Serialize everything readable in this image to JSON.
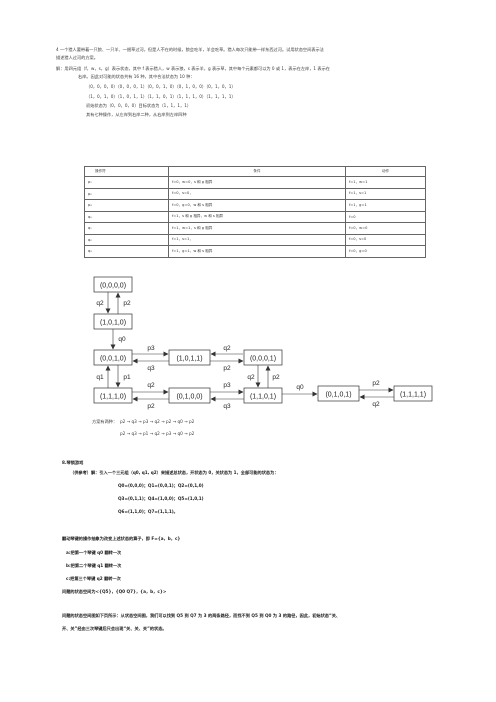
{
  "intro": {
    "line1": "4 一个猎人要带着一只狼、一只羊、一捆草过河，但是人不在的时候，狼会吃羊，羊会吃草。猎人每次只能带一样东西过河。试用状态空间表示法",
    "line2": "描述猎人过河的方案。",
    "solution1": "解：用四元组（f，w，s，g）表示状态，其中 f 表示猎人，w 表示狼，s 表示羊，g 表示草，其中每个元素都可以为 0 或 1，表示在左岸，1 表示在",
    "solution2": "右岸。因此对可能的状态共有 16 种，其中合法状态为 10 种：",
    "states1": "（0，0，0，0）（0，0，0，1）（0，0，1，0）（0，1，0，0）（0，1，0，1）",
    "states2": "（1，0，1，0）（1，0，1，1）（1，1，0，1）（1，1，1，0）（1，1，1，1）",
    "init_goal": "初始状态为（0，0，0，0）目标状态为（1，1，1，1）",
    "ops_intro": "其有七种操作，从左岸到右岸二种，从右岸到左岸四种"
  },
  "table": {
    "headers": [
      "操作符",
      "条件",
      "动作"
    ],
    "rows": [
      [
        "p₁",
        "f=0，w=0，s 和 g 相异",
        "f=1，w=1"
      ],
      [
        "p₂",
        "f=0，s=0，",
        "f=1，s=1"
      ],
      [
        "p₃",
        "f=0，g=0，w 和 s 相异",
        "f=1，g=1"
      ],
      [
        "q₀",
        "f=1，s 和 g 相异，w 和 s 相异",
        "f=0"
      ],
      [
        "q₁",
        "f=1，w=1，s 和 g 相异",
        "f=0，w=0"
      ],
      [
        "q₂",
        "f=1，s=1，",
        "f=0，s=0"
      ],
      [
        "q₃",
        "f=1，g=1，w 和 s 相异",
        "f=0，g=0"
      ]
    ]
  },
  "diagram": {
    "nodes": [
      "(0,0,0,0)",
      "(1,0,1,0)",
      "(0,0,1,0)",
      "(1,0,1,1)",
      "(0,0,0,1)",
      "(1,1,1,0)",
      "(0,1,0,0)",
      "(1,1,0,1)",
      "(0,1,0,1)",
      "(1,1,1,1)"
    ],
    "labels": {
      "q2a": "q2",
      "p2a": "p2",
      "q0a": "q0",
      "p3a": "p3",
      "q3a": "q3",
      "q2b": "q2",
      "p2b": "p2",
      "q1": "q1",
      "p1": "p1",
      "q2c": "q2",
      "p2c": "p2",
      "p3b": "p3",
      "q3b": "q3",
      "q2d": "q2",
      "p2d": "p2",
      "q0b": "q0",
      "p2e": "p2",
      "q2e": "q2"
    }
  },
  "paths": {
    "label": "方案有两种：",
    "path1": "p2 → q3 → p3 → q2 → p2 → q0 → p2",
    "path2": "p2 → q3 → p1 → q2 → p3 → q0 → p2"
  },
  "section8": {
    "title": "8.琴锁游戏",
    "ref1": "（供参考）解：引入一个三元组（q0, q1, q2）来描述总状态，开状态为 0，关状态为 1，全部可能的状态为：",
    "s1": "Q0=(0,0,0)；Q1=(0,0,1)；Q2=(0,1,0)",
    "s2": "Q3=(0,1,1)；Q4=(1,0,0)；Q5=(1,0,1)",
    "s3": "Q6=(1,1,0)；Q7=(1,1,1)。",
    "ops_title": "翻动琴键的操作抽象为改变上述状态的算子，即 F={a，b，c}",
    "op_a": "a:把第一个琴键 q0 翻转一次",
    "op_b": "b:把第二个琴键 q1 翻转一次",
    "op_c": "c:把第三个琴键 q2 翻转一次",
    "space": "问题的状态空间为<{Q5}，{Q0 Q7}，{a，b，c}>",
    "final1": "问题的状态空间图如下页所示：从状态空间图，我们可以找到 Q5 到 Q7 为 3 的两条路径，而找不到 Q5 到 Q0 为 3 的路径，因此，初始状态“关、",
    "final2": "开、关”经由三次琴键后只会出现“关、关、关”的状态。"
  }
}
